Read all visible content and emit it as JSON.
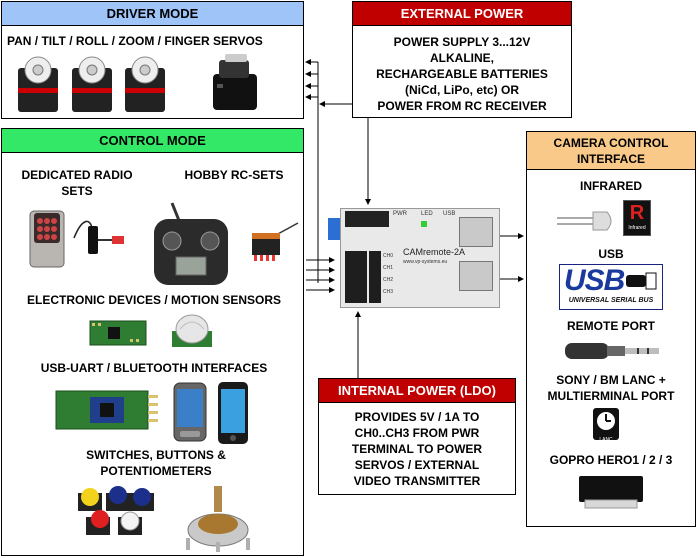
{
  "colors": {
    "driver_header": "#9fc5f8",
    "control_header": "#33e867",
    "external_header": "#c00000",
    "internal_header": "#c00000",
    "camera_header": "#f9c98a",
    "arrow": "#000000"
  },
  "driver": {
    "header": "DRIVER MODE",
    "servos_label": "PAN / TILT / ROLL / ZOOM / FINGER SERVOS"
  },
  "control": {
    "header": "CONTROL MODE",
    "radio_label": "DEDICATED RADIO SETS",
    "hobby_label": "HOBBY RC-SETS",
    "electronic_label": "ELECTRONIC DEVICES / MOTION SENSORS",
    "usb_label": "USB-UART / BLUETOOTH INTERFACES",
    "switches_label": "SWITCHES, BUTTONS & POTENTIOMETERS"
  },
  "external_power": {
    "header": "EXTERNAL POWER",
    "lines": [
      "POWER SUPPLY 3...12V",
      "ALKALINE,",
      "RECHARGEABLE BATTERIES",
      "(NiCd, LiPo, etc) OR",
      "POWER FROM RC RECEIVER"
    ]
  },
  "internal_power": {
    "header": "INTERNAL POWER (LDO)",
    "lines": [
      "PROVIDES 5V / 1A TO",
      "CH0..CH3 FROM PWR",
      "TERMINAL TO POWER",
      "SERVOS / EXTERNAL",
      "VIDEO TRANSMITTER"
    ]
  },
  "camera": {
    "header_line1": "CAMERA CONTROL",
    "header_line2": "INTERFACE",
    "infrared_label": "INFRARED",
    "usb_label": "USB",
    "remote_label": "REMOTE PORT",
    "sony_line1": "SONY / BM LANC +",
    "sony_line2": "MULTIERMINAL PORT",
    "gopro_label": "GOPRO HERO1 / 2 / 3",
    "usb_logo_text": "USB",
    "usb_logo_sub": "UNIVERSAL SERIAL BUS",
    "ir_logo_text": "R",
    "ir_logo_sub": "Infrared",
    "lanc_logo_text": "LANC"
  },
  "board": {
    "name": "CAMremote-2A",
    "url": "www.vp-systems.eu",
    "ch_labels": [
      "CH0",
      "CH1",
      "CH2",
      "CH3"
    ],
    "top_labels": [
      "PWR",
      "LED",
      "USB"
    ]
  }
}
